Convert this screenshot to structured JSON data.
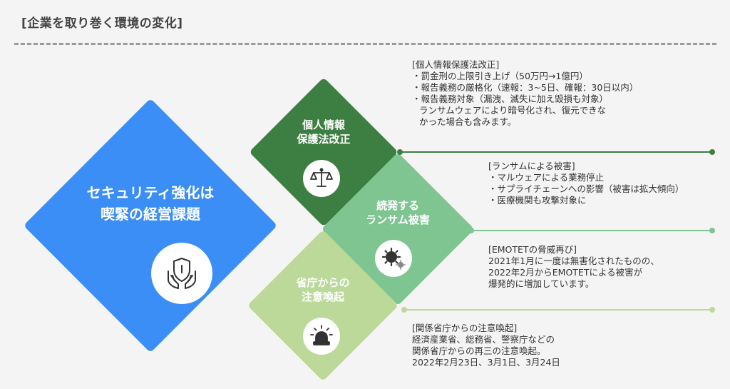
{
  "page": {
    "title": "[企業を取り巻く環境の変化]"
  },
  "main": {
    "line1": "セキュリティ強化は",
    "line2": "喫緊の経営課題",
    "icon": "shield-hands-icon"
  },
  "law": {
    "line1": "個人情報",
    "line2": "保護法改正",
    "icon": "scales-icon"
  },
  "ransom": {
    "line1": "続発する",
    "line2": "ランサム被害",
    "icon": "virus-icon"
  },
  "gov": {
    "line1": "省庁からの",
    "line2": "注意喚起",
    "icon": "siren-icon"
  },
  "law_text": {
    "heading": "[個人情報保護法改正]",
    "item1": "・罰金刑の上限引き上げ（50万円→1億円）",
    "item2": "・報告義務の厳格化（速報：3~5日、確報：30日以内）",
    "item3": "・報告義務対象（漏洩、滅失に加え毀損も対象）",
    "item3_cont1": "ランサムウェアにより暗号化され、復元できな",
    "item3_cont2": "かった場合も含みます。"
  },
  "ransom_text": {
    "heading": "[ランサムによる被害]",
    "item1": "・マルウェアによる業務停止",
    "item2": "・サプライチェーンへの影響（被害は拡大傾向）",
    "item3": "・医療機関も攻撃対象に"
  },
  "emotet_text": {
    "heading": "[EMOTETの脅威再び]",
    "line1": "2021年1月に一度は無害化されたものの、",
    "line2": "2022年2月からEMOTETによる被害が",
    "line3": "爆発的に増加しています。"
  },
  "gov_text": {
    "heading": "[関係省庁からの注意喚起]",
    "line1": "経済産業省、総務省、警察庁などの",
    "line2": "関係省庁からの再三の注意喚起。",
    "line3": "2022年2月23日、3月1日、3月24日"
  },
  "colors": {
    "main": "#3b8ef5",
    "law": "#3d7e42",
    "ransom": "#7ec591",
    "gov": "#bcd99a"
  }
}
